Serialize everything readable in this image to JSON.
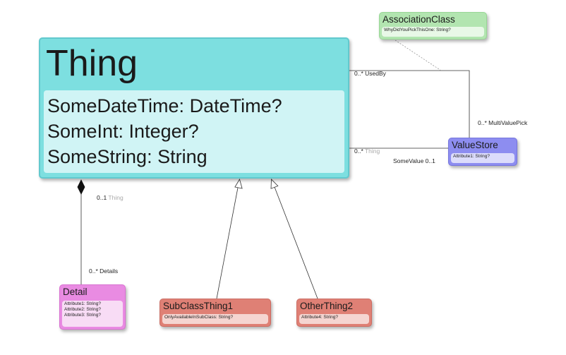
{
  "classes": {
    "thing": {
      "name": "Thing",
      "attributes": [
        "SomeDateTime: DateTime?",
        "SomeInt: Integer?",
        "SomeString: String"
      ],
      "color": "#7ddfe0",
      "attr_bg": "#d0f4f5"
    },
    "association_class": {
      "name": "AssociationClass",
      "attributes": [
        "WhyDidYouPickThisOne: String?"
      ],
      "color": "#b2e5b0"
    },
    "value_store": {
      "name": "ValueStore",
      "attributes": [
        "Attribute1: String?"
      ],
      "color": "#8d8df0"
    },
    "detail": {
      "name": "Detail",
      "attributes": [
        "Attribute1: String?",
        "Attribute2: String?",
        "Attribute3: String?"
      ],
      "color": "#e98be2"
    },
    "sub_class_thing": {
      "name": "SubClassThing1",
      "attributes": [
        "OnlyAvailableInSubClass: String?"
      ],
      "color": "#df8075"
    },
    "other_thing": {
      "name": "OtherThing2",
      "attributes": [
        "Attribute4: String?"
      ],
      "color": "#df8075"
    }
  },
  "labels": {
    "used_by": "0..* UsedBy",
    "multi_value_pick": "0..* MultiValuePick",
    "thing_mult": "0..*",
    "thing_role": "Thing",
    "some_value": "SomeValue 0..1",
    "detail_thing_mult": "0..1",
    "detail_thing_role": "Thing",
    "details": "0..* Details"
  },
  "relationships": [
    {
      "type": "association",
      "from": "Thing",
      "to": "ValueStore",
      "name": "UsedBy / MultiValuePick",
      "association_class": "AssociationClass"
    },
    {
      "type": "association",
      "from": "Thing",
      "to": "ValueStore",
      "name": "SomeValue"
    },
    {
      "type": "composition",
      "from": "Thing",
      "to": "Detail",
      "name": "Details"
    },
    {
      "type": "generalization",
      "from": "SubClassThing1",
      "to": "Thing"
    },
    {
      "type": "generalization",
      "from": "OtherThing2",
      "to": "Thing"
    }
  ]
}
